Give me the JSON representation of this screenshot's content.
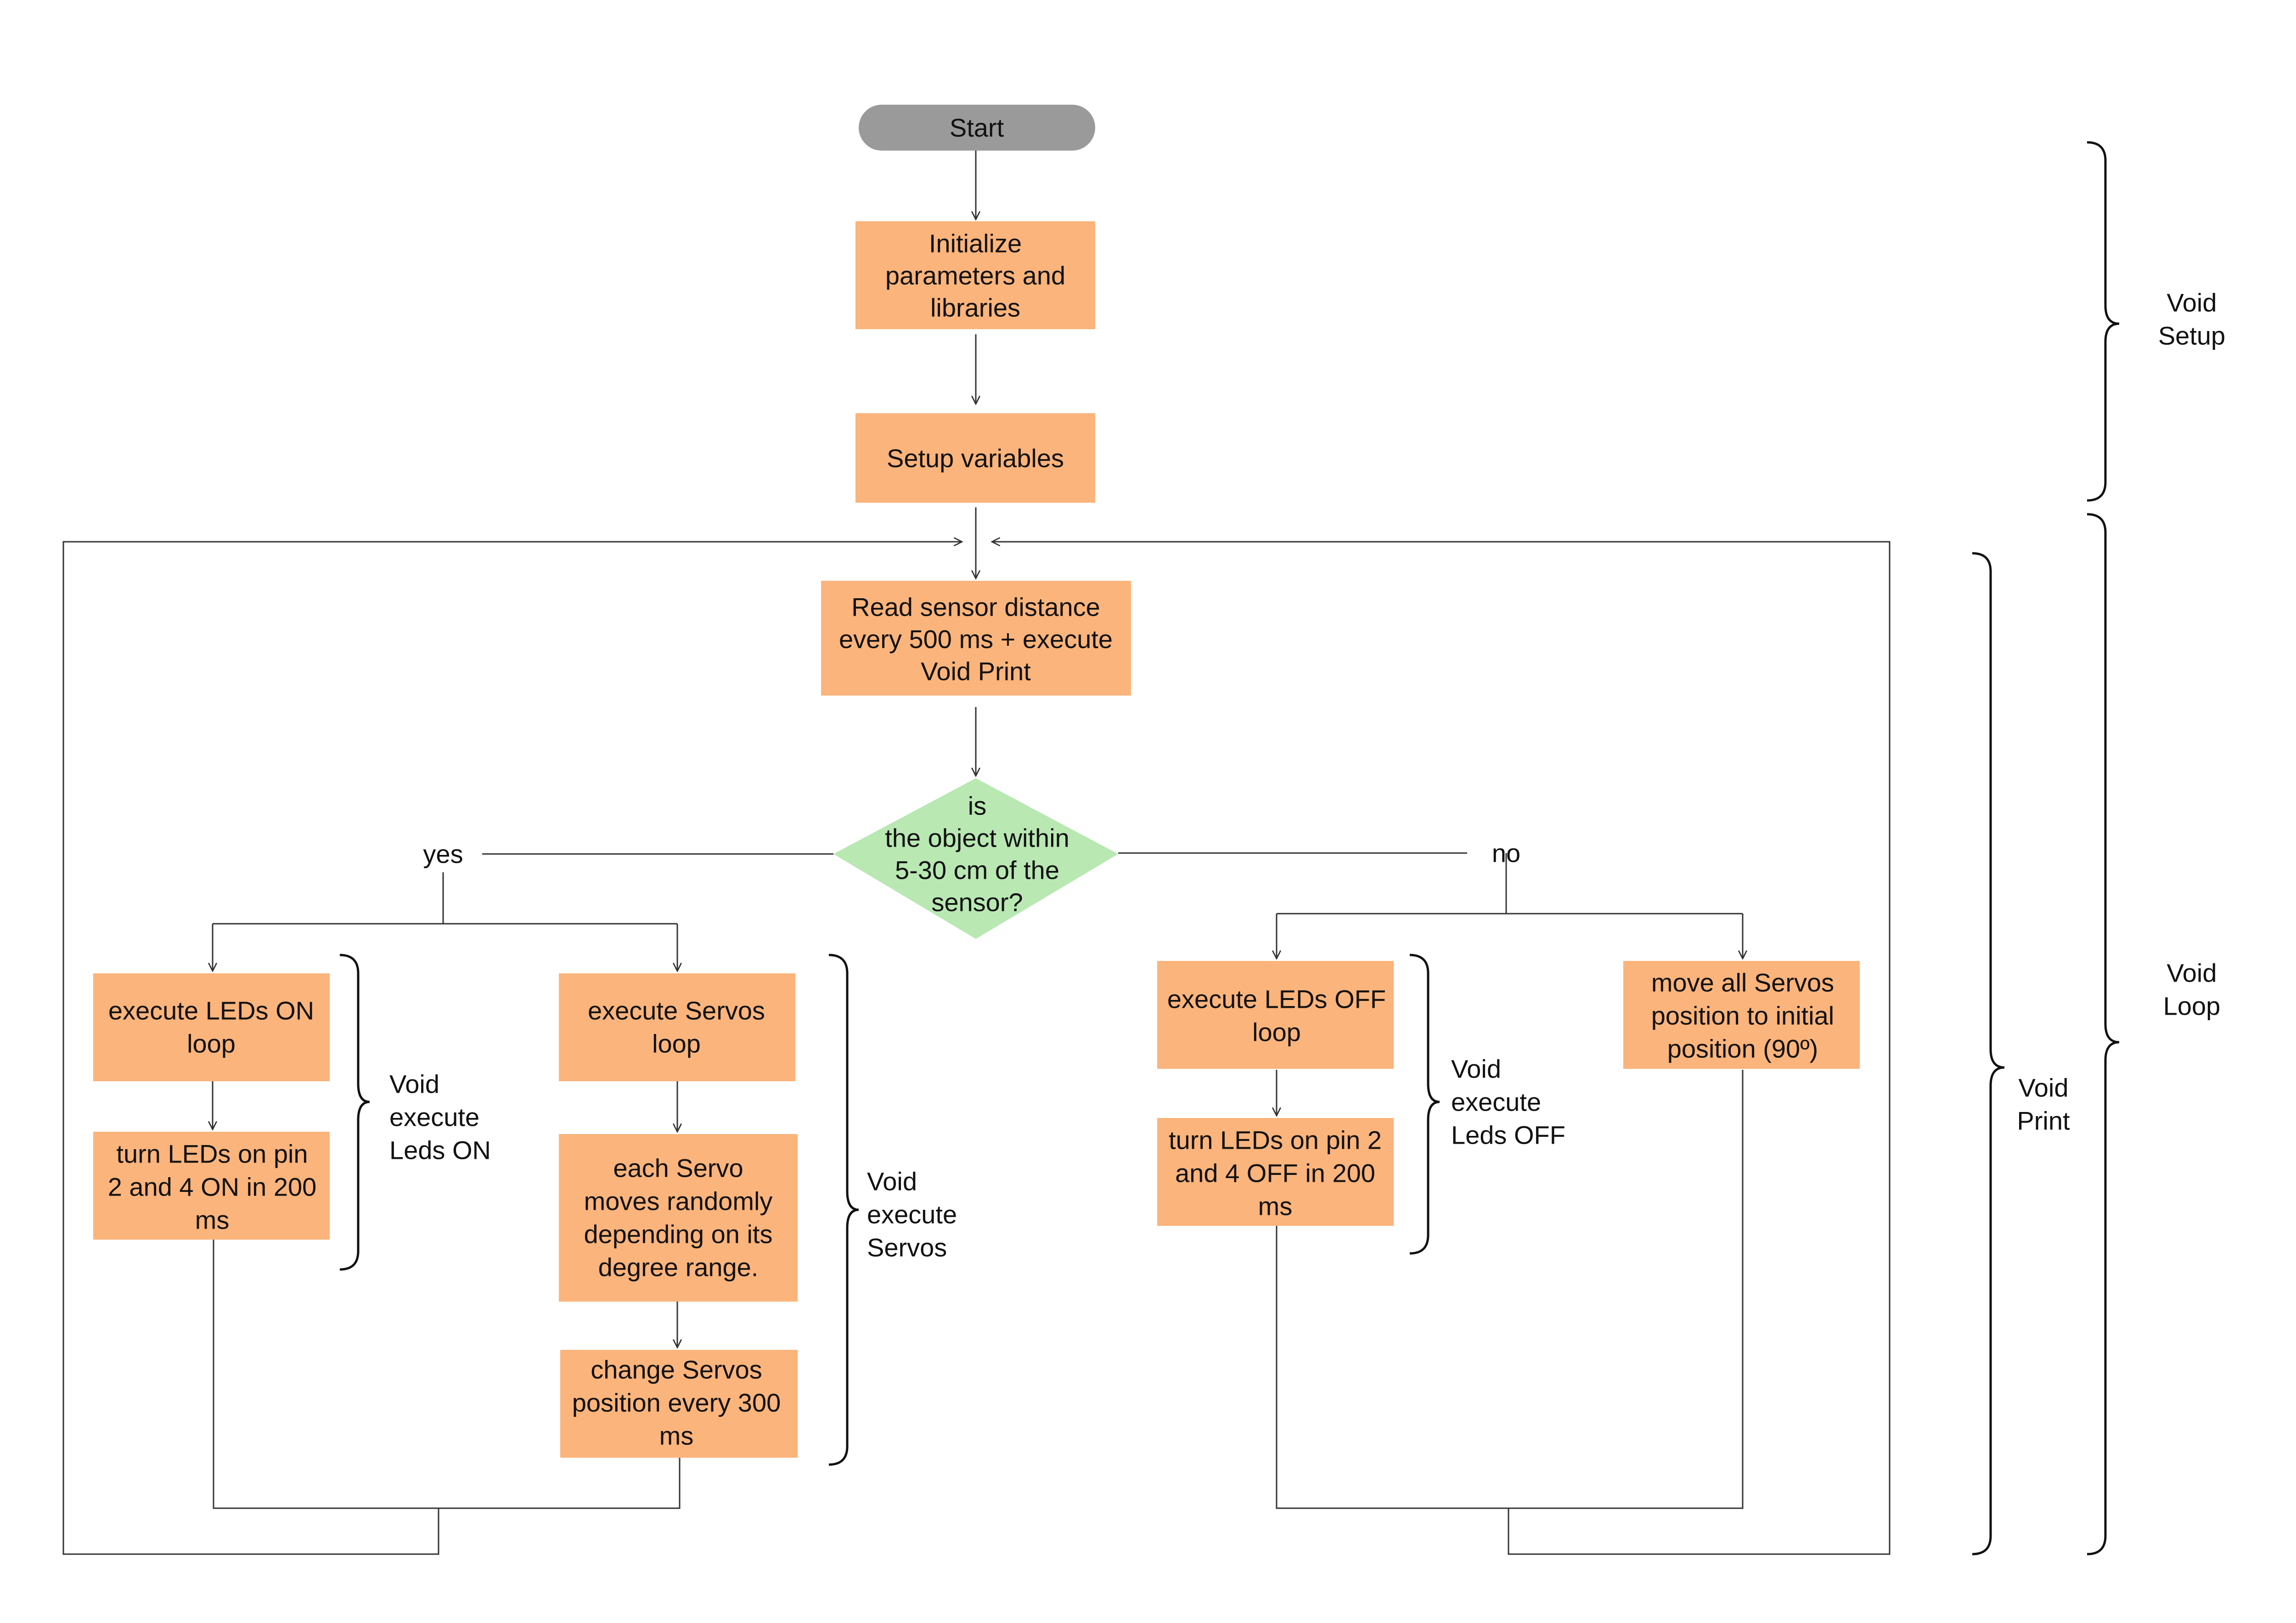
{
  "colors": {
    "process_fill": "#FBB47B",
    "terminal_fill": "#9A9A9A",
    "decision_fill": "#B9E8B3",
    "line": "#333333"
  },
  "nodes": {
    "start": "Start",
    "init": [
      "Initialize",
      "parameters and",
      "libraries"
    ],
    "setup_vars": [
      "Setup variables"
    ],
    "read_sensor": [
      "Read sensor distance",
      "every 500 ms + execute",
      "Void Print"
    ],
    "decision": [
      "is",
      "the object within",
      "5-30 cm of the",
      "sensor?"
    ],
    "leds_on_loop": [
      "execute LEDs ON",
      "loop"
    ],
    "leds_on_pins": [
      "turn LEDs on pin",
      "2 and 4 ON in 200",
      "ms"
    ],
    "servos_loop": [
      "execute Servos",
      "loop"
    ],
    "servo_random": [
      "each Servo",
      "moves randomly",
      "depending on its",
      "degree range."
    ],
    "servo_change": [
      "change Servos",
      "position every 300",
      "ms"
    ],
    "leds_off_loop": [
      "execute LEDs OFF",
      "loop"
    ],
    "leds_off_pins": [
      "turn LEDs on pin 2",
      "and 4 OFF in 200",
      "ms"
    ],
    "servo_reset": [
      "move all Servos",
      "position to initial",
      "position (90º)"
    ]
  },
  "branches": {
    "yes": "yes",
    "no": "no"
  },
  "braces": {
    "void_setup": [
      "Void",
      "Setup"
    ],
    "void_loop": [
      "Void",
      "Loop"
    ],
    "void_print": [
      "Void",
      "Print"
    ],
    "void_leds_on": [
      "Void",
      "execute",
      "Leds ON"
    ],
    "void_servos": [
      "Void",
      "execute",
      "Servos"
    ],
    "void_leds_off": [
      "Void",
      "execute",
      "Leds OFF"
    ]
  }
}
